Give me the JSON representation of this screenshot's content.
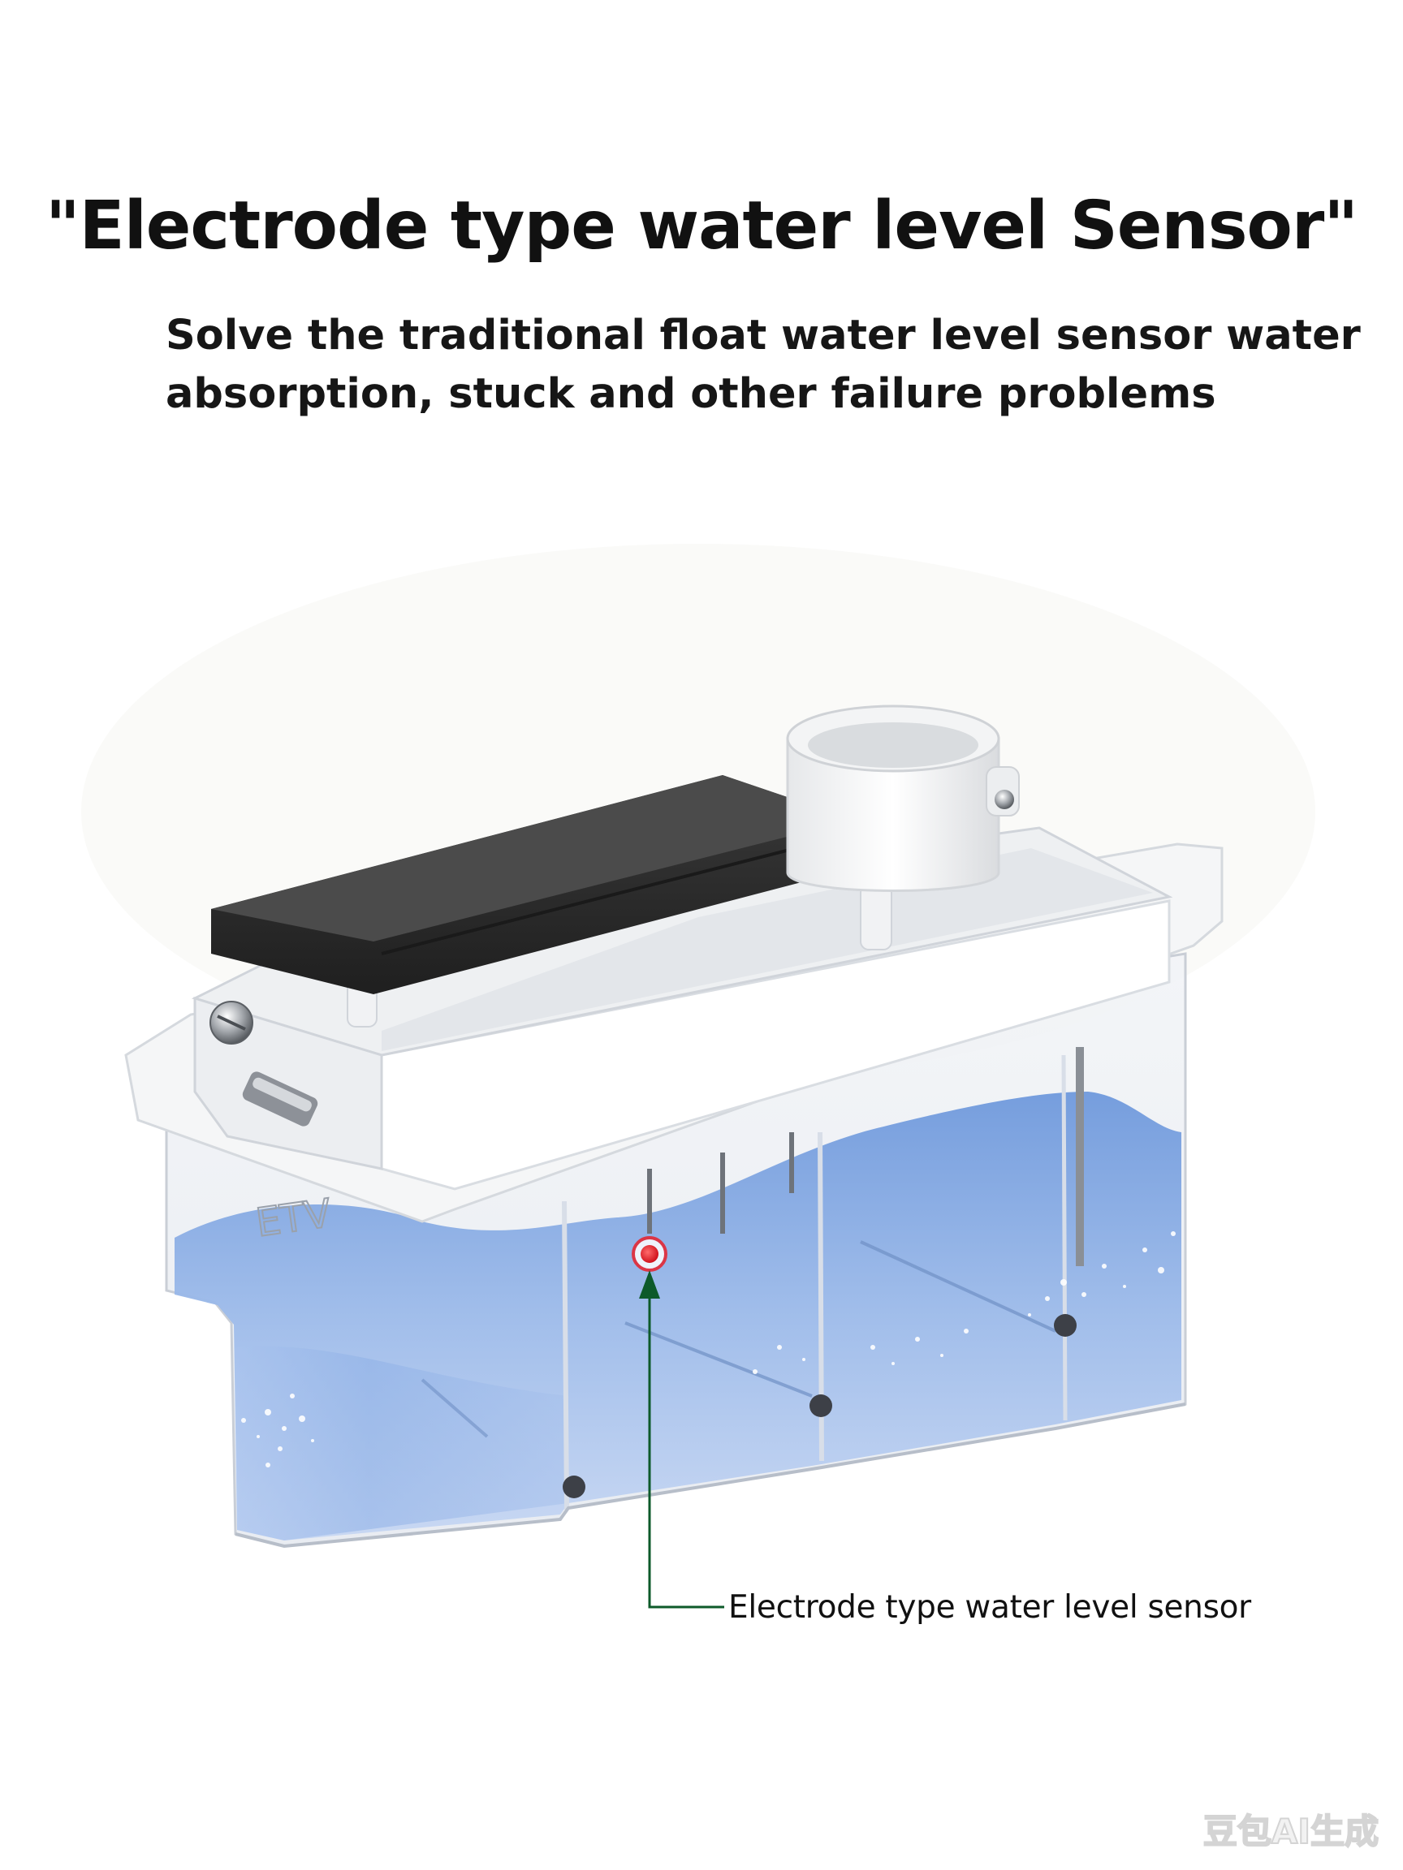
{
  "headline": "\"Electrode type water level Sensor\"",
  "subtitle_lines": [
    "Solve the traditional float water level sensor water",
    "absorption, stuck and other failure problems"
  ],
  "callout": {
    "label": "Electrode type water level sensor",
    "marker_color": "#e8202a",
    "line_color": "#0d5a2a"
  },
  "product": {
    "name": "water tank with electrode sensor",
    "water_color": "#7fa6e0",
    "housing_color": "#f4f5f6",
    "lid_color": "#2a2a2a"
  },
  "watermark": "豆包AI生成"
}
